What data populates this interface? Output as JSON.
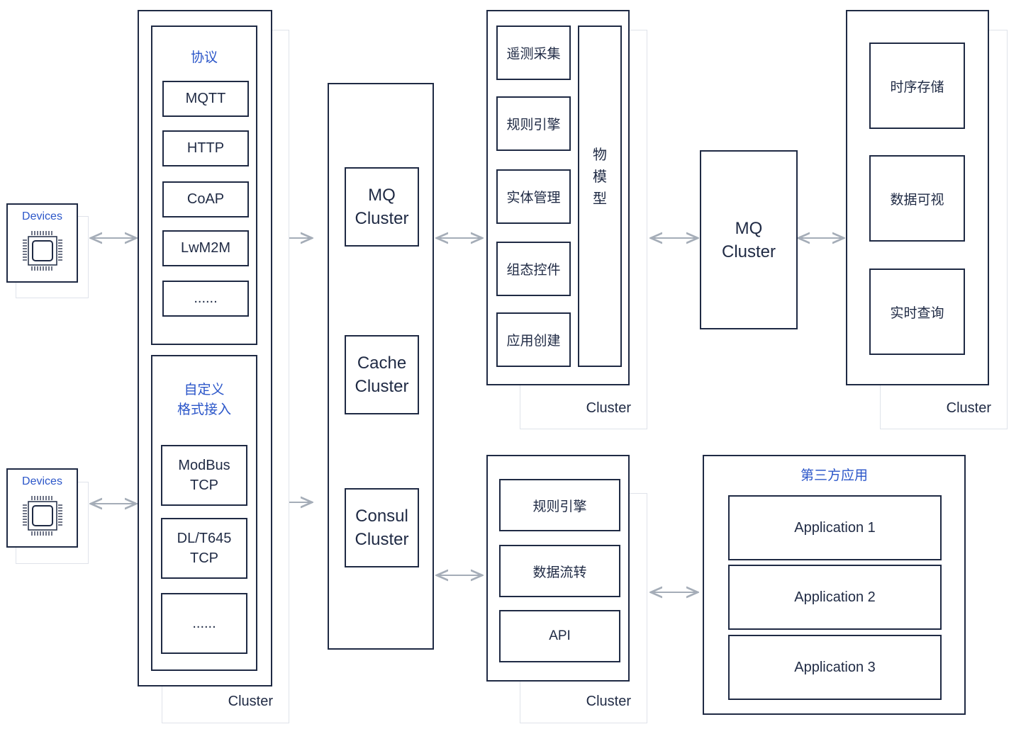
{
  "devices": [
    {
      "label": "Devices",
      "icon": "chip-icon"
    },
    {
      "label": "Devices",
      "icon": "chip-icon"
    }
  ],
  "protocol_cluster": {
    "protocol_title": "协议",
    "protocols": [
      "MQTT",
      "HTTP",
      "CoAP",
      "LwM2M",
      "......"
    ],
    "custom_title": "自定义\n格式接入",
    "custom_formats": [
      "ModBus\nTCP",
      "DL/T645\nTCP",
      "......"
    ],
    "cluster_label": "Cluster"
  },
  "middleware": {
    "items": [
      "MQ\nCluster",
      "Cache\nCluster",
      "Consul\nCluster"
    ]
  },
  "core_cluster": {
    "modules": [
      "遥测采集",
      "规则引擎",
      "实体管理",
      "组态控件",
      "应用创建"
    ],
    "thing_model": [
      "物",
      "模",
      "型"
    ],
    "cluster_label": "Cluster"
  },
  "mq_cluster_right": {
    "label": "MQ\nCluster"
  },
  "storage_cluster": {
    "items": [
      "时序存储",
      "数据可视",
      "实时查询"
    ],
    "cluster_label": "Cluster"
  },
  "forward_cluster": {
    "items": [
      "规则引擎",
      "数据流转",
      "API"
    ],
    "cluster_label": "Cluster"
  },
  "third_party": {
    "title": "第三方应用",
    "apps": [
      "Application 1",
      "Application 2",
      "Application 3"
    ]
  },
  "colors": {
    "line": "#1f2a44",
    "accent": "#2b56c9",
    "arrow": "#a5adb8",
    "shadow": "#dfe3ea"
  }
}
